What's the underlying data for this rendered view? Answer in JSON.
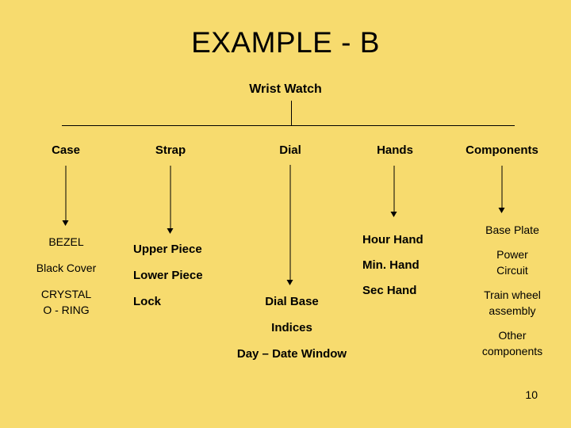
{
  "slide": {
    "title": "EXAMPLE - B",
    "background_color": "#f7db6e",
    "text_color": "#000000",
    "page_number": "10"
  },
  "diagram": {
    "root": {
      "label": "Wrist Watch"
    },
    "columns": [
      {
        "header": "Case",
        "arrow": "down-arrow",
        "items": [
          "BEZEL",
          "Black Cover",
          "CRYSTAL\nO - RING"
        ]
      },
      {
        "header": "Strap",
        "arrow": "down-arrow",
        "items": [
          "Upper Piece",
          "Lower Piece",
          "Lock"
        ]
      },
      {
        "header": "Dial",
        "arrow": "down-arrow",
        "items": [
          "Dial Base",
          "Indices",
          "Day – Date Window"
        ]
      },
      {
        "header": "Hands",
        "arrow": "down-arrow",
        "items": [
          "Hour Hand",
          "Min. Hand",
          "Sec Hand"
        ]
      },
      {
        "header": "Components",
        "arrow": "down-arrow",
        "items": [
          "Base Plate",
          "Power\nCircuit",
          "Train wheel\nassembly",
          "Other\ncomponents"
        ]
      }
    ]
  }
}
